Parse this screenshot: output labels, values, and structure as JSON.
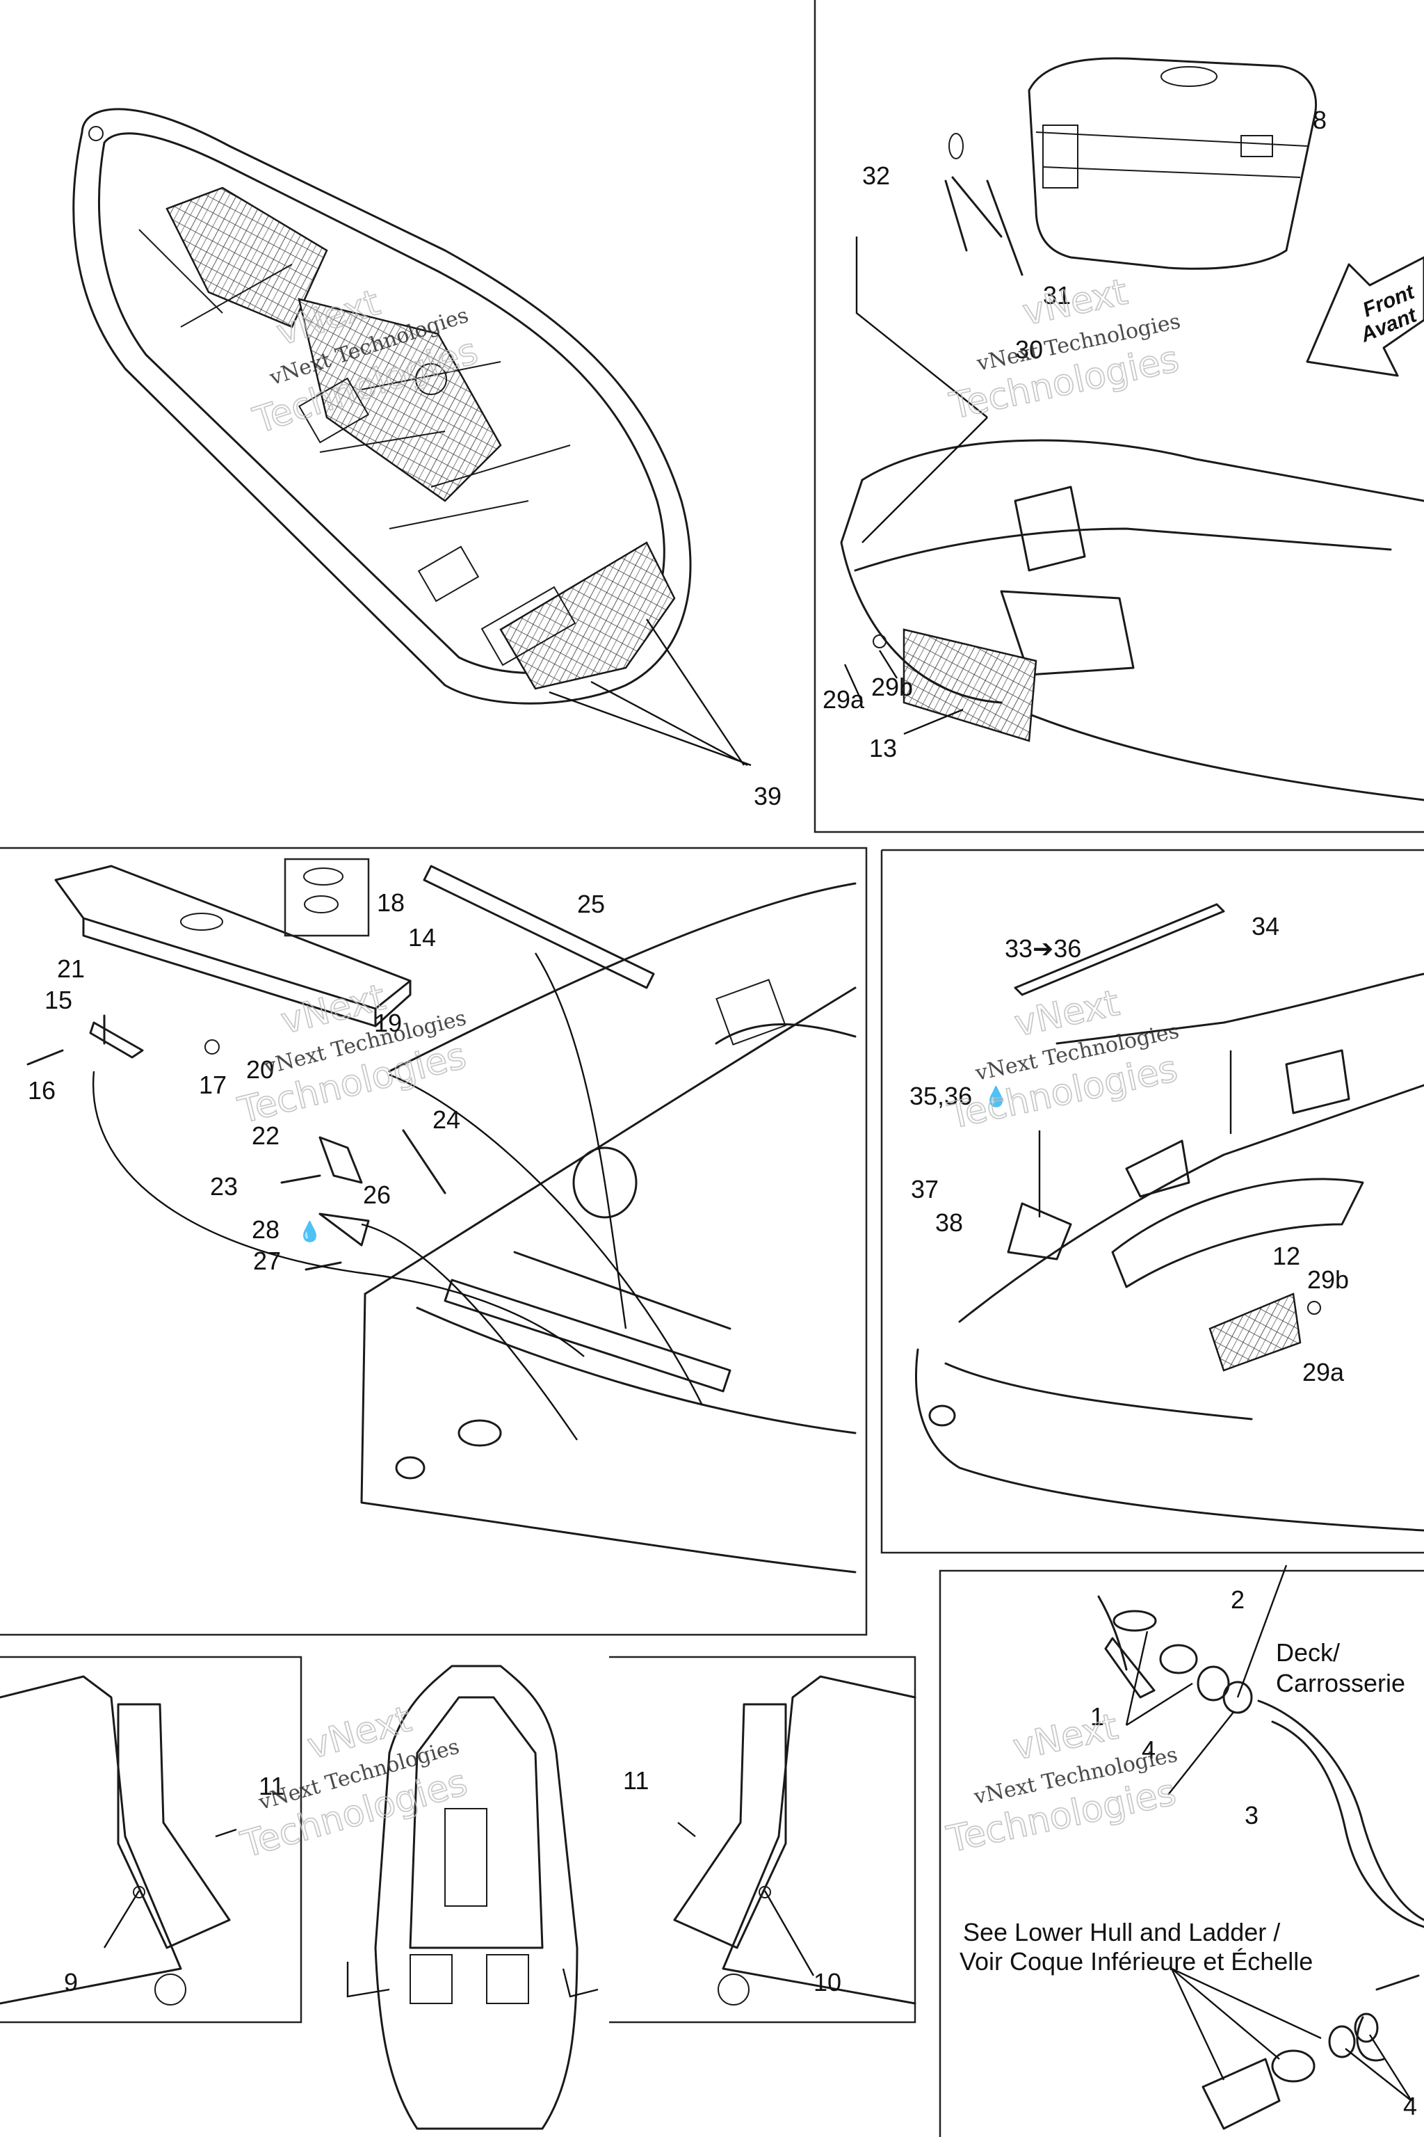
{
  "labels": {
    "c1": "1",
    "c2": "2",
    "c3": "3",
    "c4": "4",
    "c4b": "4",
    "c8": "8",
    "c9": "9",
    "c10": "10",
    "c11a": "11",
    "c11b": "11",
    "c12": "12",
    "c13": "13",
    "c14": "14",
    "c15": "15",
    "c16": "16",
    "c17": "17",
    "c18": "18",
    "c19": "19",
    "c20": "20",
    "c21": "21",
    "c22": "22",
    "c23": "23",
    "c24": "24",
    "c25": "25",
    "c26": "26",
    "c27": "27",
    "c28": "28",
    "c29a_top": "29a",
    "c29b_top": "29b",
    "c29a_right": "29a",
    "c29b_right": "29b",
    "c30": "30",
    "c31": "31",
    "c32": "32",
    "c33_36": "33➔36",
    "c34": "34",
    "c35_36": "35,36",
    "c37": "37",
    "c38": "38",
    "c39": "39"
  },
  "notes": {
    "deck_line1": "Deck/",
    "deck_line2": "Carrosserie",
    "see_lower_line1": "See Lower Hull and Ladder /",
    "see_lower_line2": "Voir Coque Inférieure et Échelle"
  },
  "front_arrow": {
    "line1": "Front",
    "line2": "Avant"
  },
  "watermark": {
    "line1": "vNext Technologies",
    "line2": "vNext",
    "line3": "Technologies"
  },
  "glyphs": {
    "drop": "💧"
  }
}
